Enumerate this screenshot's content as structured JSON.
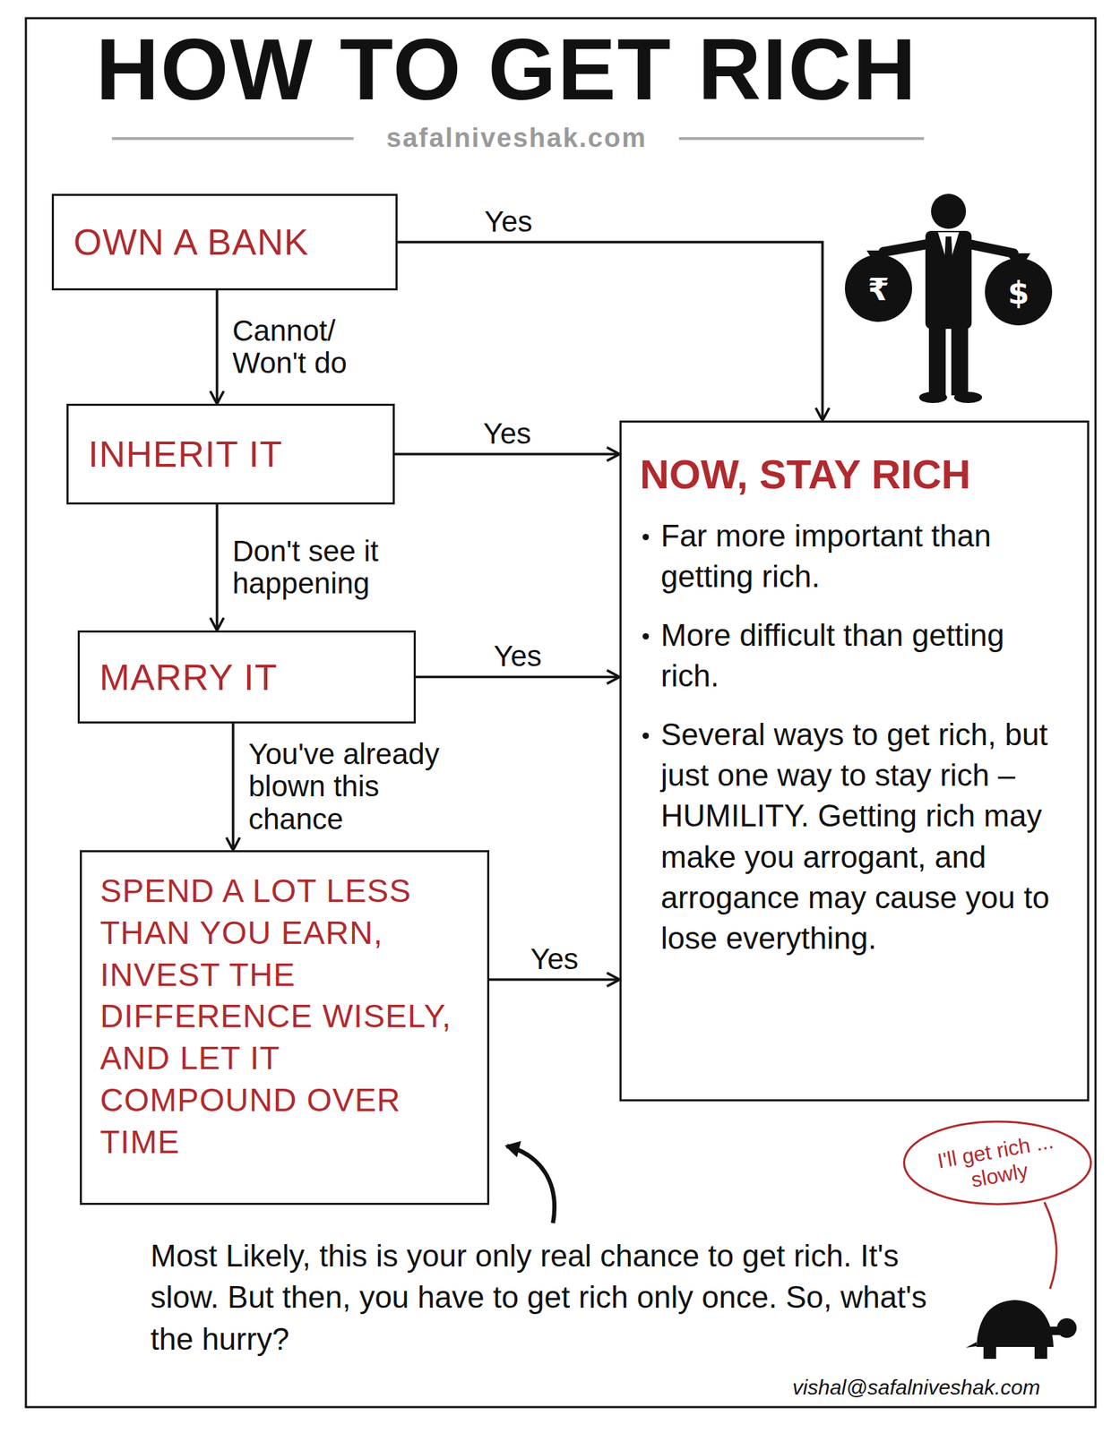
{
  "diagram": {
    "title": "HOW TO GET RICH",
    "nodes": [
      {
        "text": [
          "OWN A BANK"
        ]
      },
      {
        "text": [
          "INHERIT IT"
        ]
      },
      {
        "text": [
          "MARRY IT"
        ]
      },
      {
        "text": [
          "SPEND A LOT LESS THAN YOU EARN, INVEST THE DIFFERENCE WISELY, AND LET IT COMPOUND OVER TIME"
        ]
      },
      {
        "text": [
          "NOW, STAY RICH",
          "Far more important than getting rich.",
          "More difficult than getting rich.",
          "Several ways to get rich, but just one way to stay rich – HUMILITY. Getting rich may make you arrogant, and arrogance may cause you to lose everything."
        ]
      },
      {
        "text": [
          "I'll get rich ... slowly"
        ]
      }
    ],
    "edges": [
      {
        "from": 0,
        "to": 4,
        "label": "Yes",
        "arrow": "to"
      },
      {
        "from": 0,
        "to": 1,
        "label": "Cannot/ Won't do",
        "arrow": "to"
      },
      {
        "from": 1,
        "to": 4,
        "label": "Yes",
        "arrow": "to"
      },
      {
        "from": 1,
        "to": 2,
        "label": "Don't see it happening",
        "arrow": "to"
      },
      {
        "from": 2,
        "to": 4,
        "label": "Yes",
        "arrow": "to"
      },
      {
        "from": 2,
        "to": 3,
        "label": "You've already blown this chance",
        "arrow": "to"
      },
      {
        "from": 3,
        "to": 4,
        "label": "Yes",
        "arrow": "to"
      }
    ],
    "labels": [
      "safalniveshak.com",
      "₹",
      "$",
      "Most Likely, this is your only real chance to get rich. It's slow. But then, you have to get rich only once. So, what's the hurry?",
      "vishal@safalniveshak.com"
    ]
  }
}
